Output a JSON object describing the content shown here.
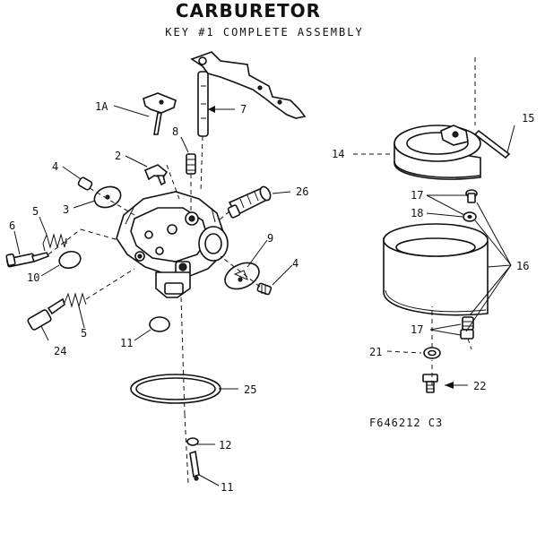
{
  "header": {
    "title": "CARBURETOR",
    "subtitle": "KEY #1 COMPLETE ASSEMBLY"
  },
  "figure_code": "F646212  C3",
  "callouts": {
    "c1a": "1A",
    "c7": "7",
    "c8": "8",
    "c2": "2",
    "c4a": "4",
    "c3": "3",
    "c26": "26",
    "c5a": "5",
    "c6": "6",
    "c10": "10",
    "c9": "9",
    "c4b": "4",
    "c5b": "5",
    "c24": "24",
    "c11a": "11",
    "c25": "25",
    "c12": "12",
    "c11b": "11",
    "c15": "15",
    "c14": "14",
    "c17a": "17",
    "c18": "18",
    "c16": "16",
    "c17b": "17",
    "c21": "21",
    "c22": "22"
  }
}
